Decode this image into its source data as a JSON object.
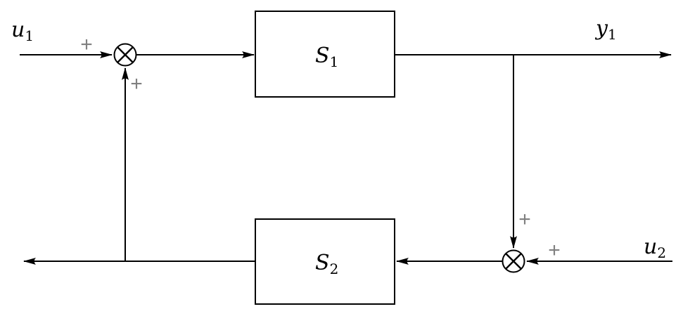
{
  "colors": {
    "background": "#ffffff",
    "line": "#000000",
    "plus": "#808080"
  },
  "blocks": [
    {
      "base": "S",
      "sub": "1"
    },
    {
      "base": "S",
      "sub": "2"
    }
  ],
  "signals": {
    "u1": {
      "base": "u",
      "sub": "1"
    },
    "y1": {
      "base": "y",
      "sub": "1"
    },
    "u2": {
      "base": "u",
      "sub": "2"
    }
  },
  "sum_signs": {
    "sum1_input": "+",
    "sum1_feedback": "+",
    "sum2_branch": "+",
    "sum2_input": "+"
  }
}
